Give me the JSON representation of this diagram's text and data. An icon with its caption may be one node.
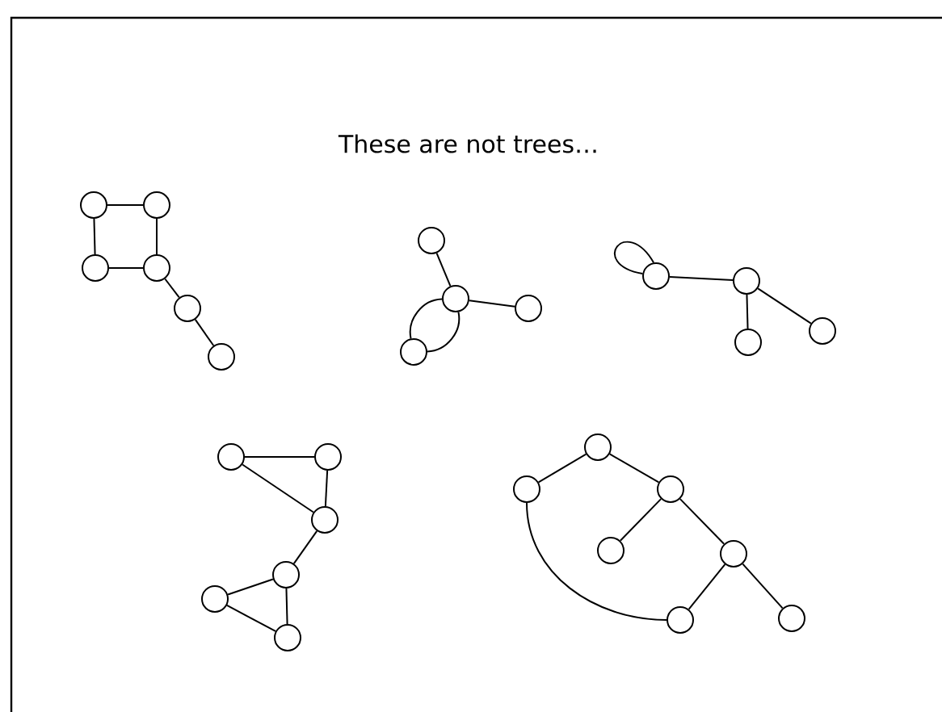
{
  "diagram": {
    "title": "These are not trees…",
    "nodes": [
      {
        "text": [],
        "shape": "circle"
      },
      {
        "text": [],
        "shape": "circle"
      },
      {
        "text": [],
        "shape": "circle"
      },
      {
        "text": [],
        "shape": "circle"
      },
      {
        "text": [],
        "shape": "circle"
      },
      {
        "text": [],
        "shape": "circle"
      },
      {
        "text": [],
        "shape": "circle"
      },
      {
        "text": [],
        "shape": "circle"
      },
      {
        "text": [],
        "shape": "circle"
      },
      {
        "text": [],
        "shape": "circle"
      },
      {
        "text": [],
        "shape": "circle"
      },
      {
        "text": [],
        "shape": "circle"
      },
      {
        "text": [],
        "shape": "circle"
      },
      {
        "text": [],
        "shape": "circle"
      },
      {
        "text": [],
        "shape": "circle"
      },
      {
        "text": [],
        "shape": "circle"
      },
      {
        "text": [],
        "shape": "circle"
      },
      {
        "text": [],
        "shape": "circle"
      },
      {
        "text": [],
        "shape": "circle"
      },
      {
        "text": [],
        "shape": "circle"
      },
      {
        "text": [],
        "shape": "circle"
      },
      {
        "text": [],
        "shape": "circle"
      },
      {
        "text": [],
        "shape": "circle"
      },
      {
        "text": [],
        "shape": "circle"
      },
      {
        "text": [],
        "shape": "circle"
      },
      {
        "text": [],
        "shape": "circle"
      },
      {
        "text": [],
        "shape": "circle"
      }
    ],
    "edges": [
      {
        "from": 0,
        "to": 1,
        "arrow": "none"
      },
      {
        "from": 0,
        "to": 2,
        "arrow": "none"
      },
      {
        "from": 1,
        "to": 3,
        "arrow": "none"
      },
      {
        "from": 2,
        "to": 3,
        "arrow": "none"
      },
      {
        "from": 3,
        "to": 4,
        "arrow": "none"
      },
      {
        "from": 4,
        "to": 5,
        "arrow": "none"
      },
      {
        "from": 6,
        "to": 7,
        "arrow": "none"
      },
      {
        "from": 7,
        "to": 8,
        "arrow": "none"
      },
      {
        "from": 7,
        "to": 9,
        "arrow": "none"
      },
      {
        "from": 7,
        "to": 9,
        "arrow": "none"
      },
      {
        "from": 10,
        "to": 10,
        "arrow": "none"
      },
      {
        "from": 10,
        "to": 11,
        "arrow": "none"
      },
      {
        "from": 11,
        "to": 12,
        "arrow": "none"
      },
      {
        "from": 11,
        "to": 13,
        "arrow": "none"
      },
      {
        "from": 14,
        "to": 15,
        "arrow": "none"
      },
      {
        "from": 15,
        "to": 16,
        "arrow": "none"
      },
      {
        "from": 14,
        "to": 16,
        "arrow": "none"
      },
      {
        "from": 16,
        "to": 17,
        "arrow": "none"
      },
      {
        "from": 17,
        "to": 18,
        "arrow": "none"
      },
      {
        "from": 18,
        "to": 19,
        "arrow": "none"
      },
      {
        "from": 17,
        "to": 19,
        "arrow": "none"
      },
      {
        "from": 20,
        "to": 21,
        "arrow": "none"
      },
      {
        "from": 20,
        "to": 22,
        "arrow": "none"
      },
      {
        "from": 22,
        "to": 23,
        "arrow": "none"
      },
      {
        "from": 22,
        "to": 24,
        "arrow": "none"
      },
      {
        "from": 24,
        "to": 25,
        "arrow": "none"
      },
      {
        "from": 24,
        "to": 26,
        "arrow": "none"
      },
      {
        "from": 21,
        "to": 25,
        "arrow": "none"
      }
    ]
  }
}
